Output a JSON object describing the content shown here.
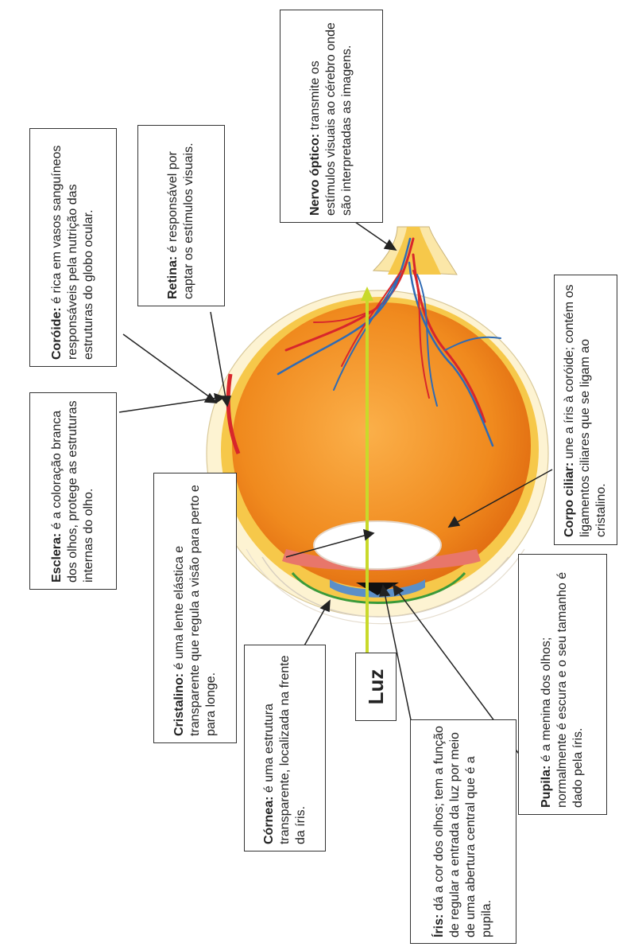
{
  "labels": {
    "nervo": {
      "term": "Nervo óptico:",
      "text": "transmite os estímulos visuais ao cérebro onde são interpretadas as imagens."
    },
    "coroide": {
      "term": "Coróide:",
      "text": "é rica em vasos sanguíneos responsáveis pela nutrição das estruturas do globo ocular."
    },
    "retina": {
      "term": "Retina:",
      "text": "é responsável por captar os estímulos visuais."
    },
    "esclera": {
      "term": "Esclera:",
      "text": "é a coloração branca dos olhos, protege as estruturas internas do olho."
    },
    "corpo_ciliar": {
      "term": "Corpo ciliar:",
      "text": "une a íris à coróide; contém os ligamentos ciliares que se ligam ao cristalino."
    },
    "cristalino": {
      "term": "Cristalino:",
      "text": "é uma lente elástica e transparente que regula a visão para perto e para longe."
    },
    "pupila": {
      "term": "Pupila:",
      "text": "é a menina dos olhos; normalmente é escura e o seu tamanho é dado pela íris."
    },
    "cornea": {
      "term": "Córnea:",
      "text": "é uma estrutura transparente, localizada na frente da íris."
    },
    "iris": {
      "term": "Íris:",
      "text": "dá a cor dos olhos; tem a função de regular a entrada da luz por meio de uma abertura central que é a pupila."
    },
    "luz": "Luz"
  },
  "colors": {
    "sclera": "#fbe7a8",
    "choroid": "#f6c84a",
    "eyeball": "#f08a1e",
    "vessel_red": "#d8262b",
    "vessel_blue": "#2f6bb5",
    "light_ray": "#c9d92b",
    "lens": "#ffffff",
    "iris": "#5b8fc8",
    "cornea": "#3a9a3a"
  }
}
